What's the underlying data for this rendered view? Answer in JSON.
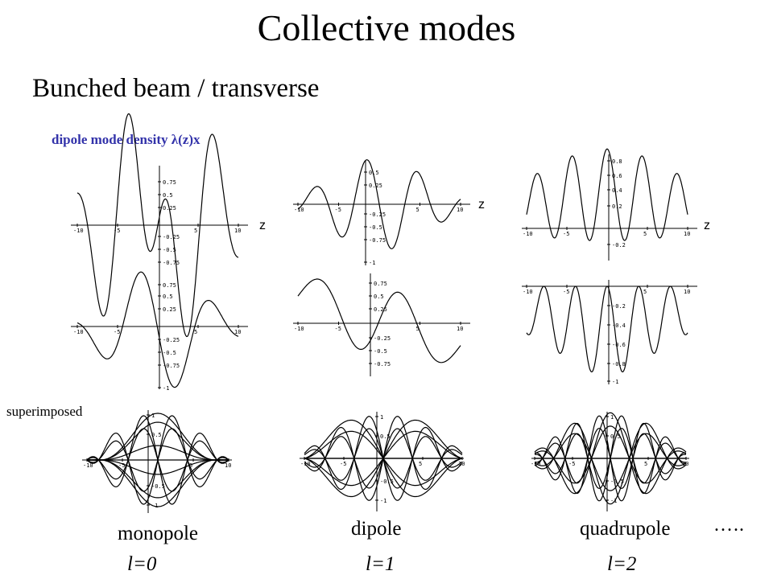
{
  "title": "Collective modes",
  "subtitle": "Bunched beam / transverse",
  "caption": "dipole mode density λ(z)x",
  "z_label": "z",
  "superimposed_label": "superimposed",
  "modes": [
    {
      "name": "monopole",
      "index": "l=0"
    },
    {
      "name": "dipole",
      "index": "l=1"
    },
    {
      "name": "quadrupole",
      "index": "l=2"
    }
  ],
  "continuation": "…..",
  "plots": [
    {
      "ticks_x": [
        "-10",
        "-5",
        "5",
        "10"
      ],
      "ticks_y": [
        "0.75",
        "0.5",
        "0.25",
        "-0.25",
        "-0.5",
        "-0.75"
      ]
    },
    {
      "ticks_x": [
        "-10",
        "-5",
        "5",
        "10"
      ],
      "ticks_y": [
        "0.5",
        "0.25",
        "-0.25",
        "-0.5",
        "-0.75",
        "-1"
      ]
    },
    {
      "ticks_x": [
        "-10",
        "-5",
        "5",
        "10"
      ],
      "ticks_y": [
        "0.8",
        "0.6",
        "0.4",
        "0.2",
        "-0.2"
      ]
    },
    {
      "ticks_x": [
        "-10",
        "-5",
        "5",
        "10"
      ],
      "ticks_y": [
        "0.75",
        "0.5",
        "0.25",
        "-0.25",
        "-0.5",
        "-0.75",
        "-1"
      ]
    },
    {
      "ticks_x": [
        "-10",
        "-5",
        "5",
        "10"
      ],
      "ticks_y": [
        "0.75",
        "0.5",
        "0.25",
        "-0.25",
        "-0.5",
        "-0.75"
      ]
    },
    {
      "ticks_x": [
        "-10",
        "-5",
        "5",
        "10"
      ],
      "ticks_y": [
        "-0.2",
        "-0.4",
        "-0.6",
        "-0.8",
        "-1"
      ]
    },
    {
      "ticks_x": [
        "-10",
        "-5",
        "5",
        "10"
      ],
      "ticks_y": [
        "1",
        "0.5",
        "-0.5",
        "-1"
      ]
    },
    {
      "ticks_x": [
        "-10",
        "-5",
        "5",
        "10"
      ],
      "ticks_y": [
        "1",
        "0.5",
        "-0.5",
        "-1"
      ]
    },
    {
      "ticks_x": [
        "-10",
        "-5",
        "5",
        "10"
      ],
      "ticks_y": [
        "1",
        "0.5",
        "-0.5",
        "-1"
      ]
    }
  ]
}
